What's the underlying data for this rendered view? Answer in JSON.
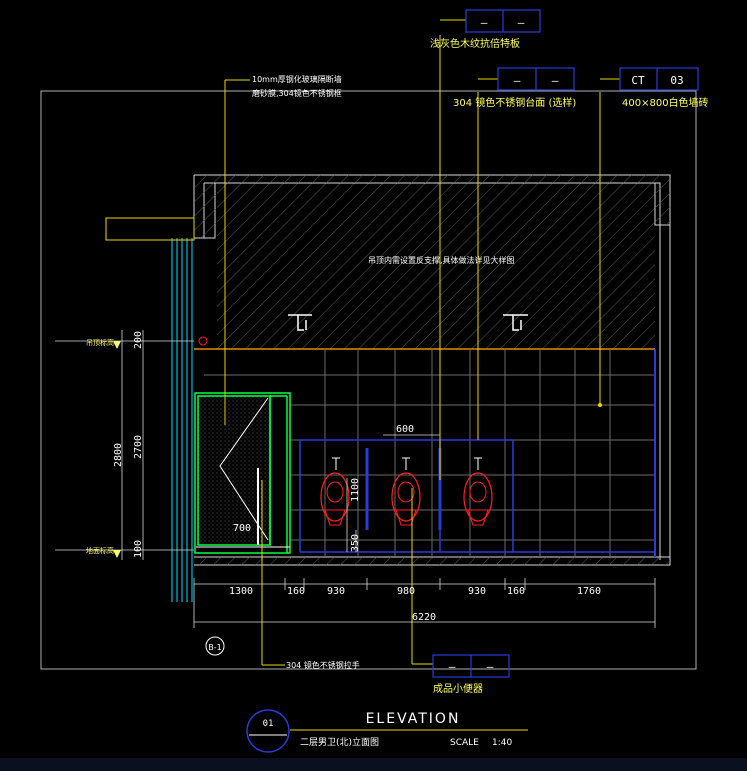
{
  "colors": {
    "background": "#000000",
    "frame": "#b0b0b0",
    "wall": "#d8d8d8",
    "text_white": "#ffffff",
    "text_yellow": "#ffff66",
    "leader_yellow": "#e8d800",
    "tag_blue": "#2a3bd8",
    "tile_grey": "#6a6a6a",
    "partition_green": "#00ff44",
    "fixture_red": "#ff2020",
    "pipe_cyan": "#00e0ff",
    "dim_orange": "#ff8c00"
  },
  "tags": {
    "top_tag": {
      "code": "—",
      "number": "—",
      "note": "浅灰色木纹抗倍特板"
    },
    "middle_tag": {
      "code": "—",
      "number": "—",
      "note": "304 镜色不锈钢台面 (选样)"
    },
    "right_tag": {
      "code": "CT",
      "number": "03",
      "note": "400×800白色墙砖"
    },
    "bottom_tag": {
      "code": "—",
      "number": "—",
      "note": "成品小便器"
    }
  },
  "notes": {
    "glass_line1": "10mm厚钢化玻璃隔断墙",
    "glass_line2": "磨砂膜,304镜色不锈钢框",
    "ceiling_note": "吊顶内需设置反支撑,具体做法详见大样图",
    "handle_note": "304 镜色不锈钢拉手"
  },
  "level_labels": {
    "ceiling": "吊顶标高",
    "floor": "地面标高"
  },
  "dimensions": {
    "vertical_total": "2800",
    "vertical_inner": "2700",
    "vertical_top": "200",
    "vertical_bottom": "100",
    "urinal_height": "1100",
    "urinal_base": "350",
    "urinal_spacing": "600",
    "door_width": "700",
    "bottom": [
      "1300",
      "160",
      "930",
      "980",
      "930",
      "160",
      "1760"
    ],
    "total_width": "6220"
  },
  "section_marker": "B-1",
  "title_block": {
    "number": "01",
    "title": "ELEVATION",
    "subtitle": "二层男卫(北)立面图",
    "scale_label": "SCALE",
    "scale_value": "1:40"
  }
}
